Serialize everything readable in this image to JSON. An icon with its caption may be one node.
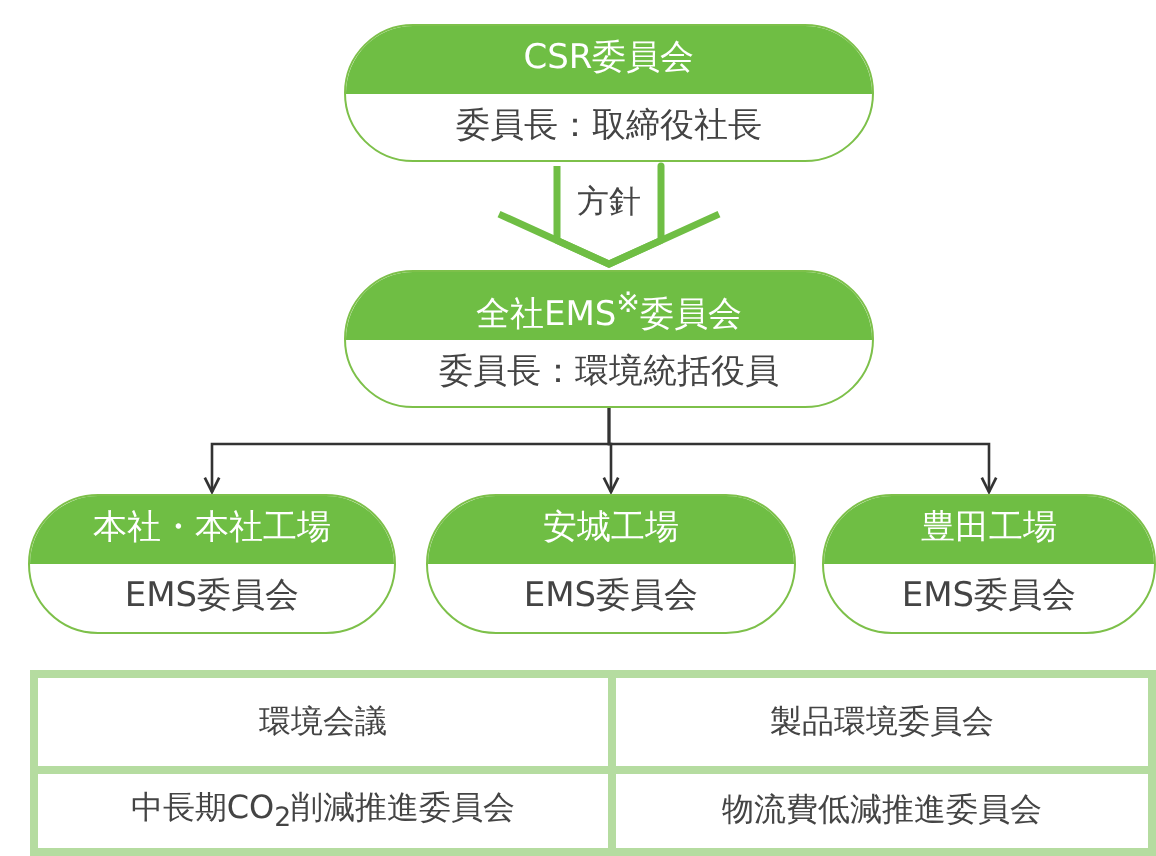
{
  "diagram": {
    "nodes": [
      {
        "text": [
          "CSR委員会",
          "委員長：取締役社長"
        ]
      },
      {
        "text": [
          "全社EMS$^{※}$委員会",
          "委員長：環境統括役員"
        ]
      },
      {
        "text": [
          "本社・本社工場",
          "EMS委員会"
        ]
      },
      {
        "text": [
          "安城工場",
          "EMS委員会"
        ]
      },
      {
        "text": [
          "豊田工場",
          "EMS委員会"
        ]
      }
    ],
    "edges": [
      {
        "from": 0,
        "to": 1,
        "arrow": "to",
        "label": "方針",
        "style": "thick",
        "color": "#6fbe44"
      },
      {
        "from": 1,
        "to": 2,
        "arrow": "to"
      },
      {
        "from": 1,
        "to": 3,
        "arrow": "to"
      },
      {
        "from": 1,
        "to": 4,
        "arrow": "to"
      }
    ],
    "labels": [
      "環境会議",
      "製品環境委員会",
      "中長期CO$_{2}$削減推進委員会",
      "物流費低減推進委員会"
    ]
  }
}
